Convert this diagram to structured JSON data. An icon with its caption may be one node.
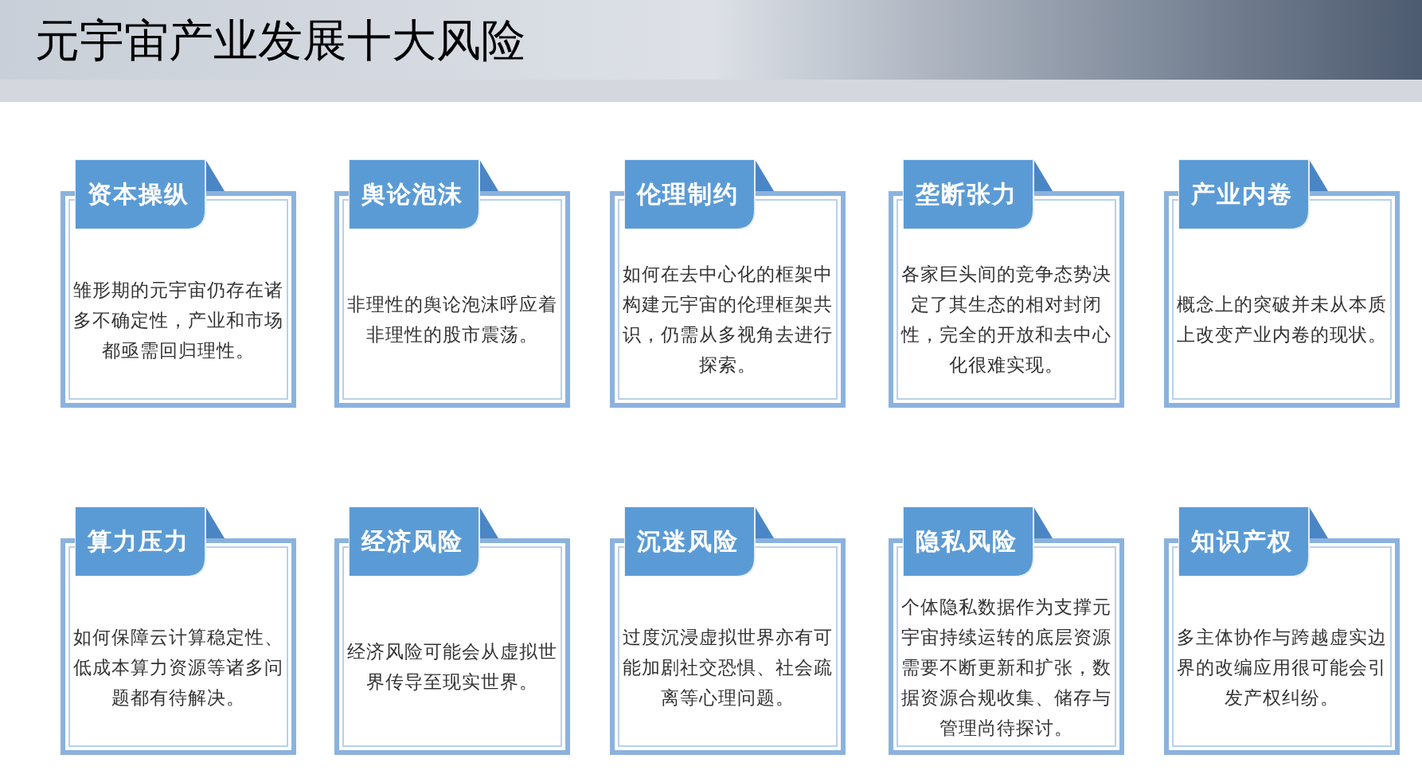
{
  "diagram": {
    "title": "元宇宙产业发展十大风险",
    "nodes": [
      {
        "text": [
          "资本操纵",
          "雏形期的元宇宙仍存在诸多不确定性，产业和市场都亟需回归理性。"
        ]
      },
      {
        "text": [
          "舆论泡沫",
          "非理性的舆论泡沫呼应着非理性的股市震荡。"
        ]
      },
      {
        "text": [
          "伦理制约",
          "如何在去中心化的框架中构建元宇宙的伦理框架共识，仍需从多视角去进行探索。"
        ]
      },
      {
        "text": [
          "垄断张力",
          "各家巨头间的竞争态势决定了其生态的相对封闭性，完全的开放和去中心化很难实现。"
        ]
      },
      {
        "text": [
          "产业内卷",
          "概念上的突破并未从本质上改变产业内卷的现状。"
        ]
      },
      {
        "text": [
          "算力压力",
          "如何保障云计算稳定性、低成本算力资源等诸多问题都有待解决。"
        ]
      },
      {
        "text": [
          "经济风险",
          "经济风险可能会从虚拟世界传导至现实世界。"
        ]
      },
      {
        "text": [
          "沉迷风险",
          "过度沉浸虚拟世界亦有可能加剧社交恐惧、社会疏离等心理问题。"
        ]
      },
      {
        "text": [
          "隐私风险",
          "个体隐私数据作为支撑元宇宙持续运转的底层资源需要不断更新和扩张，数据资源合规收集、储存与管理尚待探讨。"
        ]
      },
      {
        "text": [
          "知识产权",
          "多主体协作与跨越虚实边界的改编应用很可能会引发产权纠纷。"
        ]
      }
    ]
  }
}
